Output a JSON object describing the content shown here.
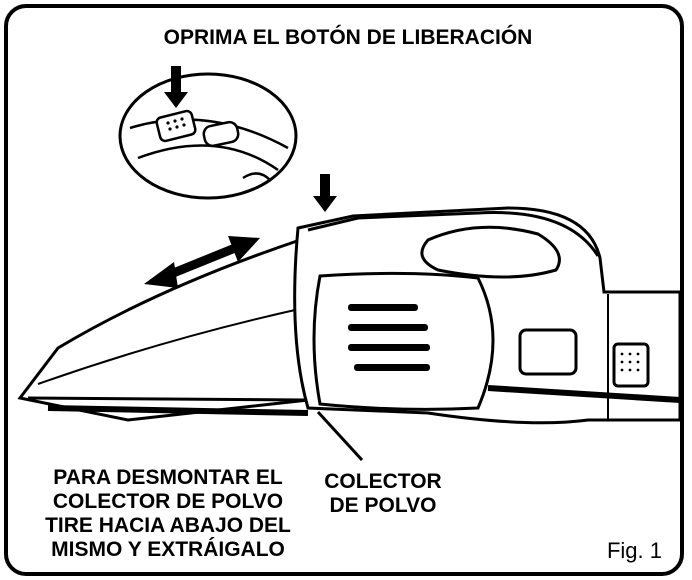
{
  "title": "OPRIMA EL BOTÓN DE LIBERACIÓN",
  "collector_label": [
    "COLECTOR",
    "DE POLVO"
  ],
  "instructions": [
    "PARA DESMONTAR EL",
    "COLECTOR DE POLVO",
    "TIRE HACIA ABAJO DEL",
    "MISMO Y EXTRÁIGALO"
  ],
  "figure_label": "Fig. 1"
}
